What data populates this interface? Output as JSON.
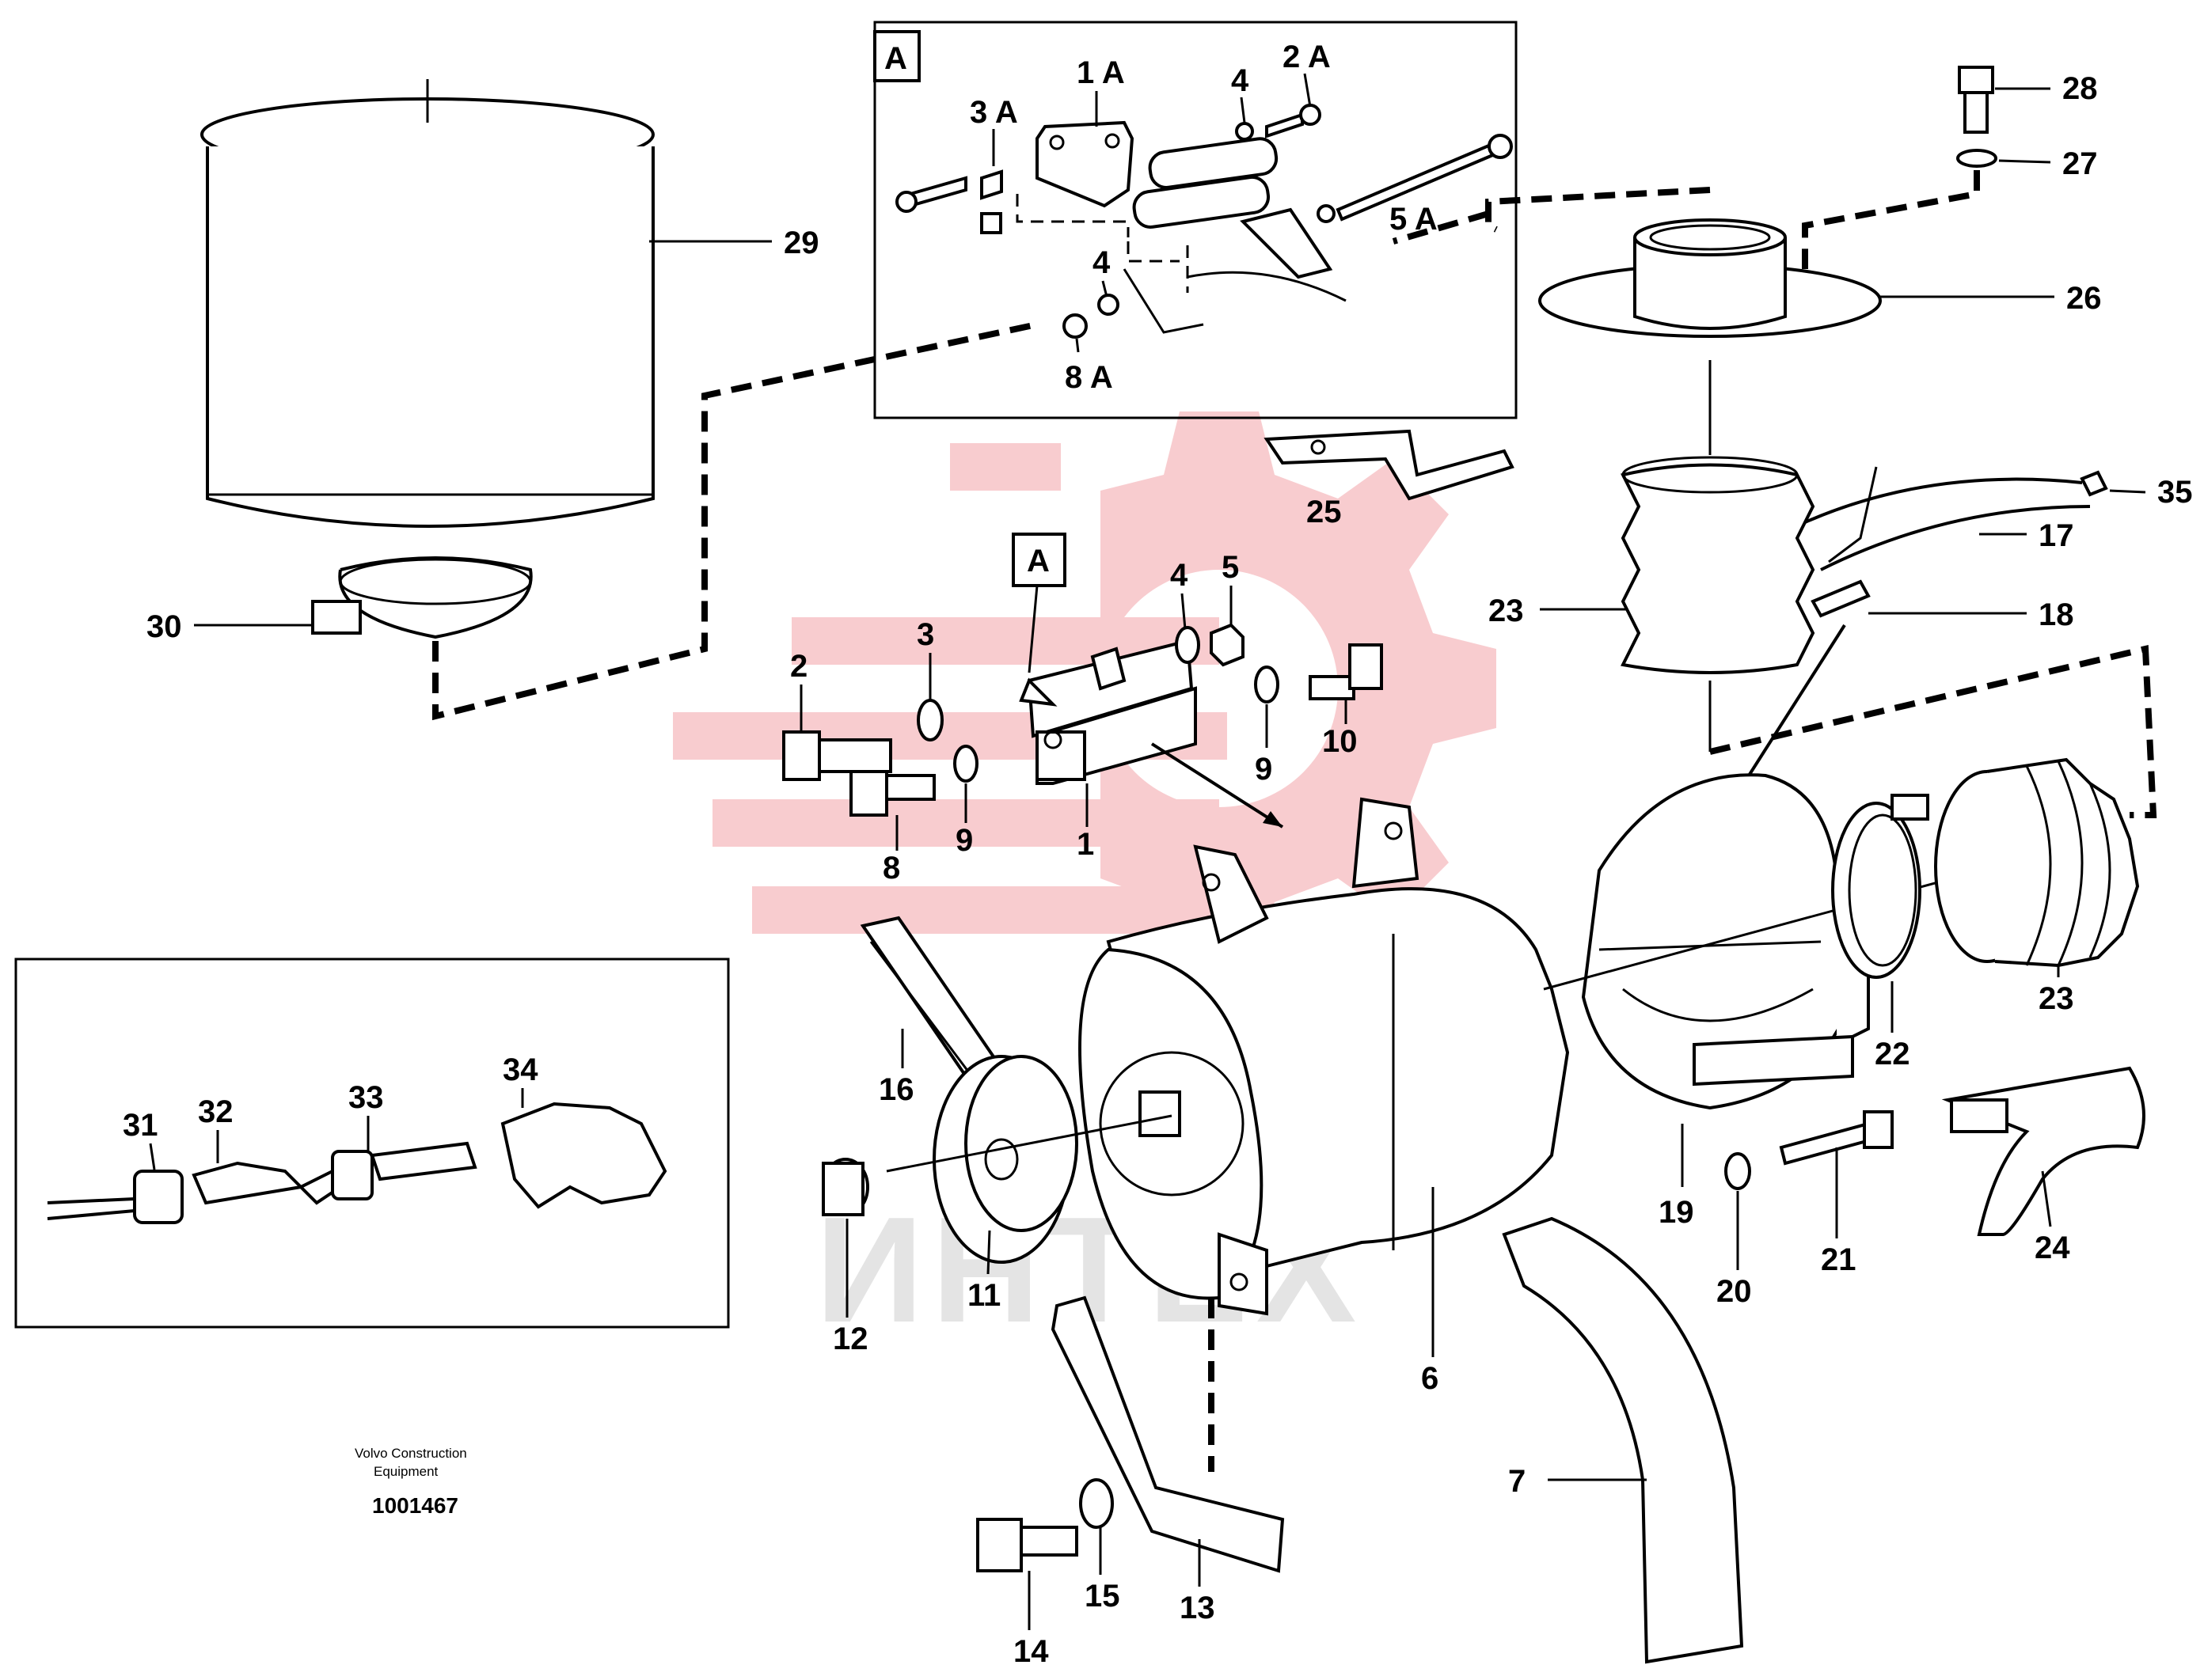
{
  "labels": {
    "l1": "1",
    "l2": "2",
    "l3": "3",
    "l4": "4",
    "l5": "5",
    "l6": "6",
    "l7": "7",
    "l8": "8",
    "l9a": "9",
    "l9b": "9",
    "l10": "10",
    "l11": "11",
    "l12": "12",
    "l13": "13",
    "l14": "14",
    "l15": "15",
    "l16": "16",
    "l17": "17",
    "l18": "18",
    "l19": "19",
    "l20": "20",
    "l21": "21",
    "l22": "22",
    "l23a": "23",
    "l23b": "23",
    "l24": "24",
    "l25": "25",
    "l26": "26",
    "l27": "27",
    "l28": "28",
    "l29": "29",
    "l30": "30",
    "l31": "31",
    "l32": "32",
    "l33": "33",
    "l34": "34",
    "l35": "35",
    "d1A": "1 A",
    "d2A": "2 A",
    "d3A": "3 A",
    "d4a": "4",
    "d4b": "4",
    "d5A": "5 A",
    "d8A": "8 A",
    "boxA_top": "A",
    "boxA_main": "A"
  },
  "footer": {
    "company_line1": "Volvo Construction",
    "company_line2": "Equipment",
    "drawing_number": "1001467"
  },
  "watermark": {
    "text": "ИНТЕХ",
    "logo_color": "#f3a3a8"
  }
}
